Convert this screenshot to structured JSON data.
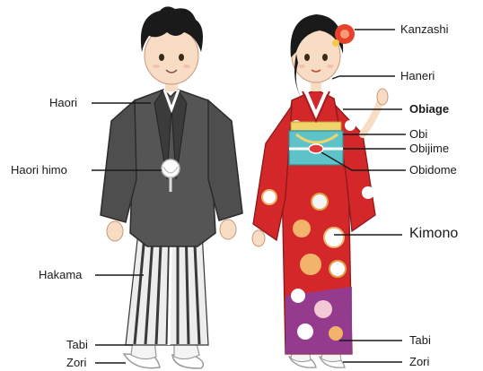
{
  "labels": {
    "haori": "Haori",
    "haori_himo": "Haori himo",
    "hakama": "Hakama",
    "tabi_left": "Tabi",
    "zori_left": "Zori",
    "kanzashi": "Kanzashi",
    "haneri": "Haneri",
    "obiage": "Obiage",
    "obi": "Obi",
    "obijime": "Obijime",
    "obidome": "Obidome",
    "kimono": "Kimono",
    "tabi_right": "Tabi",
    "zori_right": "Zori"
  },
  "colors": {
    "kimono_red": "#d3272a",
    "haori_gray": "#555555",
    "hair_black": "#1a1a1a",
    "obi_teal": "#5ec3c8",
    "obiage_yellow": "#f2d36b",
    "hakama_stripe": "#3a3a3a",
    "hem_purple": "#8a3fa0"
  }
}
